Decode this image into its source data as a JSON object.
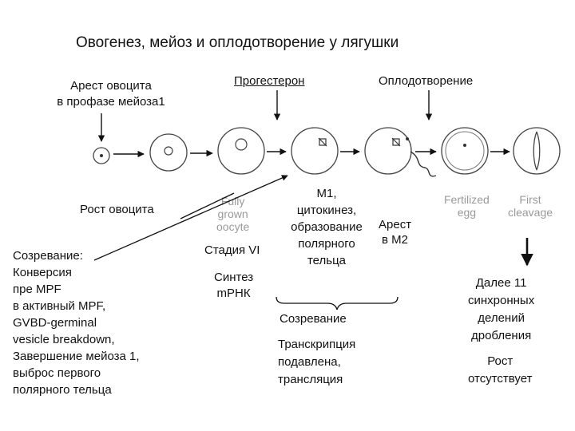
{
  "title": "Овогенез, мейоз и оплодотворение у лягушки",
  "labels": {
    "arrest_prophase": [
      "Арест овоцита",
      "в профазе мейоза1"
    ],
    "progesterone": "Прогестерон",
    "fertilization": "Оплодотворение",
    "growth": "Рост овоцита",
    "maturation_left": [
      "Созревание:",
      "Конверсия",
      "пре MPF",
      "в активный MPF,",
      "GVBD-germinal",
      "vesicle breakdown,",
      "Завершение мейоза 1,",
      "выброс первого",
      "полярного тельца"
    ],
    "stage_vi": "Стадия VI",
    "rna_synthesis": [
      "Синтез",
      "mРНК"
    ],
    "m1_block": [
      "M1,",
      "цитокинез,",
      "образование",
      "полярного",
      "тельца"
    ],
    "arrest_m2": [
      "Арест",
      "в M2"
    ],
    "maturation_mid": "Созревание",
    "transcription": [
      "Транскрипция",
      "подавлена,",
      "трансляция"
    ],
    "cleavage_note": [
      "Далее 11",
      "синхронных",
      "делений",
      "дробления"
    ],
    "growth_absent": [
      "Рост",
      "отсутствует"
    ]
  },
  "grey_labels": {
    "fully_grown": [
      "Fully",
      "grown",
      "oocyte"
    ],
    "fertilized": [
      "Fertilized",
      "egg"
    ],
    "first_cleavage": [
      "First",
      "cleavage"
    ]
  },
  "colors": {
    "ink": "#111111",
    "grey_text": "#9a9a9a",
    "cell_outline": "#444444"
  }
}
